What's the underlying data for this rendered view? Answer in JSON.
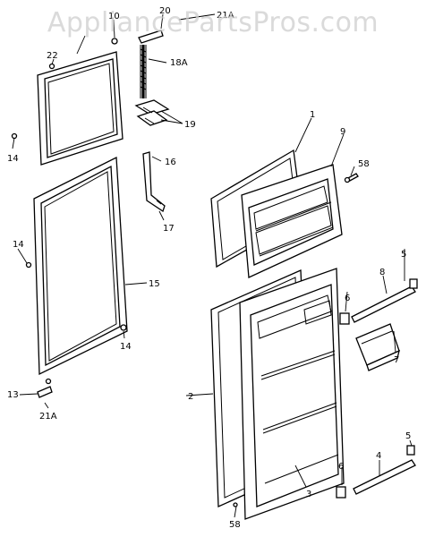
{
  "watermark": "AppliancePartsPros.com",
  "callouts": {
    "c1": "1",
    "c2": "2",
    "c3": "3",
    "c4": "4",
    "c5a": "5",
    "c5b": "5",
    "c6a": "6",
    "c6b": "6",
    "c7": "7",
    "c8": "8",
    "c9": "9",
    "c10": "10",
    "c13": "13",
    "c14a": "14",
    "c14b": "14",
    "c14c": "14",
    "c15": "15",
    "c16": "16",
    "c17": "17",
    "c18a": "18A",
    "c19": "19",
    "c20": "20",
    "c21a_top": "21A",
    "c21a_bottom": "21A",
    "c22": "22",
    "c58a": "58",
    "c58b": "58"
  }
}
